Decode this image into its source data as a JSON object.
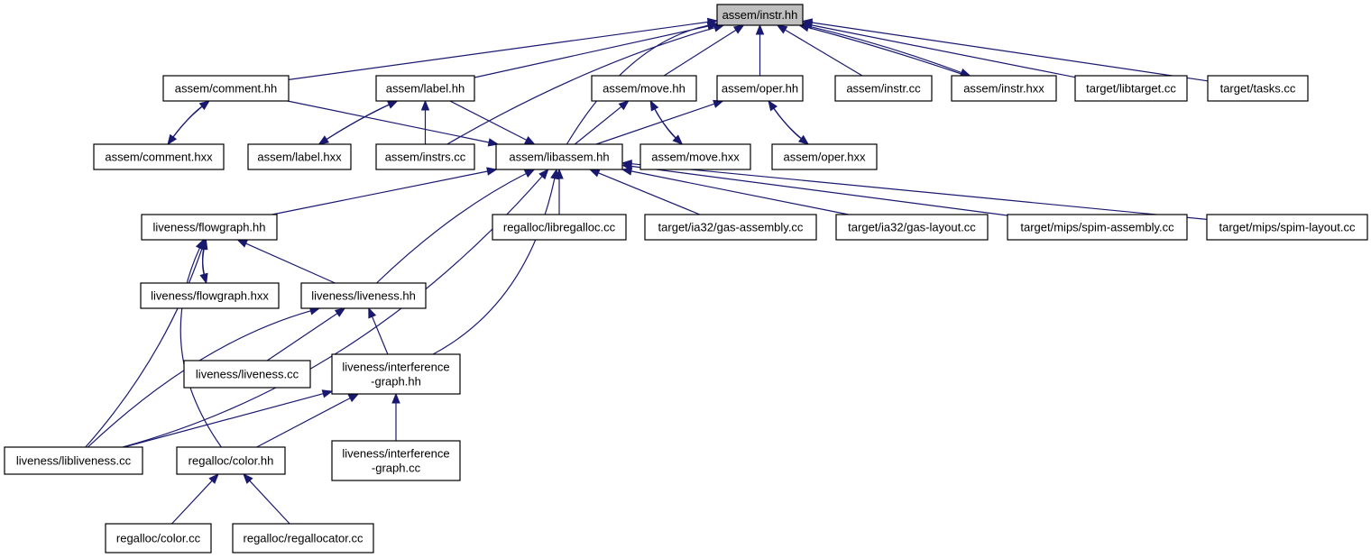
{
  "colors": {
    "edge": "#191970",
    "node_fill": "#ffffff",
    "root_fill": "#bfbfbf",
    "node_border": "#000000"
  },
  "nodes": [
    {
      "id": "instr_hh",
      "lines": [
        "assem/instr.hh"
      ],
      "root": true
    },
    {
      "id": "comment_hh",
      "lines": [
        "assem/comment.hh"
      ]
    },
    {
      "id": "label_hh",
      "lines": [
        "assem/label.hh"
      ]
    },
    {
      "id": "move_hh",
      "lines": [
        "assem/move.hh"
      ]
    },
    {
      "id": "oper_hh",
      "lines": [
        "assem/oper.hh"
      ]
    },
    {
      "id": "instr_cc",
      "lines": [
        "assem/instr.cc"
      ]
    },
    {
      "id": "instr_hxx",
      "lines": [
        "assem/instr.hxx"
      ]
    },
    {
      "id": "libtarget_cc",
      "lines": [
        "target/libtarget.cc"
      ]
    },
    {
      "id": "tasks_cc",
      "lines": [
        "target/tasks.cc"
      ]
    },
    {
      "id": "comment_hxx",
      "lines": [
        "assem/comment.hxx"
      ]
    },
    {
      "id": "label_hxx",
      "lines": [
        "assem/label.hxx"
      ]
    },
    {
      "id": "instrs_cc",
      "lines": [
        "assem/instrs.cc"
      ]
    },
    {
      "id": "libassem_hh",
      "lines": [
        "assem/libassem.hh"
      ]
    },
    {
      "id": "move_hxx",
      "lines": [
        "assem/move.hxx"
      ]
    },
    {
      "id": "oper_hxx",
      "lines": [
        "assem/oper.hxx"
      ]
    },
    {
      "id": "flowgraph_hh",
      "lines": [
        "liveness/flowgraph.hh"
      ]
    },
    {
      "id": "libregalloc_cc",
      "lines": [
        "regalloc/libregalloc.cc"
      ]
    },
    {
      "id": "gas_assembly_cc",
      "lines": [
        "target/ia32/gas-assembly.cc"
      ]
    },
    {
      "id": "gas_layout_cc",
      "lines": [
        "target/ia32/gas-layout.cc"
      ]
    },
    {
      "id": "spim_assembly_cc",
      "lines": [
        "target/mips/spim-assembly.cc"
      ]
    },
    {
      "id": "spim_layout_cc",
      "lines": [
        "target/mips/spim-layout.cc"
      ]
    },
    {
      "id": "flowgraph_hxx",
      "lines": [
        "liveness/flowgraph.hxx"
      ]
    },
    {
      "id": "liveness_hh",
      "lines": [
        "liveness/liveness.hh"
      ]
    },
    {
      "id": "liveness_cc",
      "lines": [
        "liveness/liveness.cc"
      ]
    },
    {
      "id": "interference_hh",
      "lines": [
        "liveness/interference",
        "-graph.hh"
      ]
    },
    {
      "id": "libliveness_cc",
      "lines": [
        "liveness/libliveness.cc"
      ]
    },
    {
      "id": "color_hh",
      "lines": [
        "regalloc/color.hh"
      ]
    },
    {
      "id": "interference_cc",
      "lines": [
        "liveness/interference",
        "-graph.cc"
      ]
    },
    {
      "id": "color_cc",
      "lines": [
        "regalloc/color.cc"
      ]
    },
    {
      "id": "regallocator_cc",
      "lines": [
        "regalloc/regallocator.cc"
      ]
    }
  ],
  "edges": [
    [
      "comment_hh",
      "instr_hh"
    ],
    [
      "label_hh",
      "instr_hh"
    ],
    [
      "move_hh",
      "instr_hh"
    ],
    [
      "oper_hh",
      "instr_hh"
    ],
    [
      "instr_cc",
      "instr_hh"
    ],
    [
      "instr_hxx",
      "instr_hh"
    ],
    [
      "libtarget_cc",
      "instr_hh"
    ],
    [
      "tasks_cc",
      "instr_hh"
    ],
    [
      "instrs_cc",
      "instr_hh"
    ],
    [
      "libassem_hh",
      "instr_hh"
    ],
    [
      "instr_hh",
      "instr_hxx"
    ],
    [
      "comment_hxx",
      "comment_hh"
    ],
    [
      "comment_hh",
      "comment_hxx"
    ],
    [
      "comment_hh",
      "libassem_hh"
    ],
    [
      "label_hxx",
      "label_hh"
    ],
    [
      "label_hh",
      "label_hxx"
    ],
    [
      "instrs_cc",
      "label_hh"
    ],
    [
      "label_hh",
      "libassem_hh"
    ],
    [
      "libassem_hh",
      "move_hh"
    ],
    [
      "move_hh",
      "move_hxx"
    ],
    [
      "move_hxx",
      "move_hh"
    ],
    [
      "libassem_hh",
      "oper_hh"
    ],
    [
      "oper_hh",
      "oper_hxx"
    ],
    [
      "oper_hxx",
      "oper_hh"
    ],
    [
      "flowgraph_hh",
      "libassem_hh"
    ],
    [
      "libregalloc_cc",
      "libassem_hh"
    ],
    [
      "gas_assembly_cc",
      "libassem_hh"
    ],
    [
      "gas_layout_cc",
      "libassem_hh"
    ],
    [
      "spim_assembly_cc",
      "libassem_hh"
    ],
    [
      "spim_layout_cc",
      "libassem_hh"
    ],
    [
      "liveness_hh",
      "libassem_hh"
    ],
    [
      "interference_hh",
      "libassem_hh"
    ],
    [
      "libliveness_cc",
      "libassem_hh"
    ],
    [
      "flowgraph_hxx",
      "flowgraph_hh"
    ],
    [
      "flowgraph_hh",
      "flowgraph_hxx"
    ],
    [
      "liveness_hh",
      "flowgraph_hh"
    ],
    [
      "libliveness_cc",
      "flowgraph_hh"
    ],
    [
      "color_hh",
      "flowgraph_hh"
    ],
    [
      "liveness_cc",
      "liveness_hh"
    ],
    [
      "interference_hh",
      "liveness_hh"
    ],
    [
      "libliveness_cc",
      "liveness_hh"
    ],
    [
      "libliveness_cc",
      "interference_hh"
    ],
    [
      "color_hh",
      "interference_hh"
    ],
    [
      "interference_cc",
      "interference_hh"
    ],
    [
      "color_cc",
      "color_hh"
    ],
    [
      "regallocator_cc",
      "color_hh"
    ]
  ]
}
